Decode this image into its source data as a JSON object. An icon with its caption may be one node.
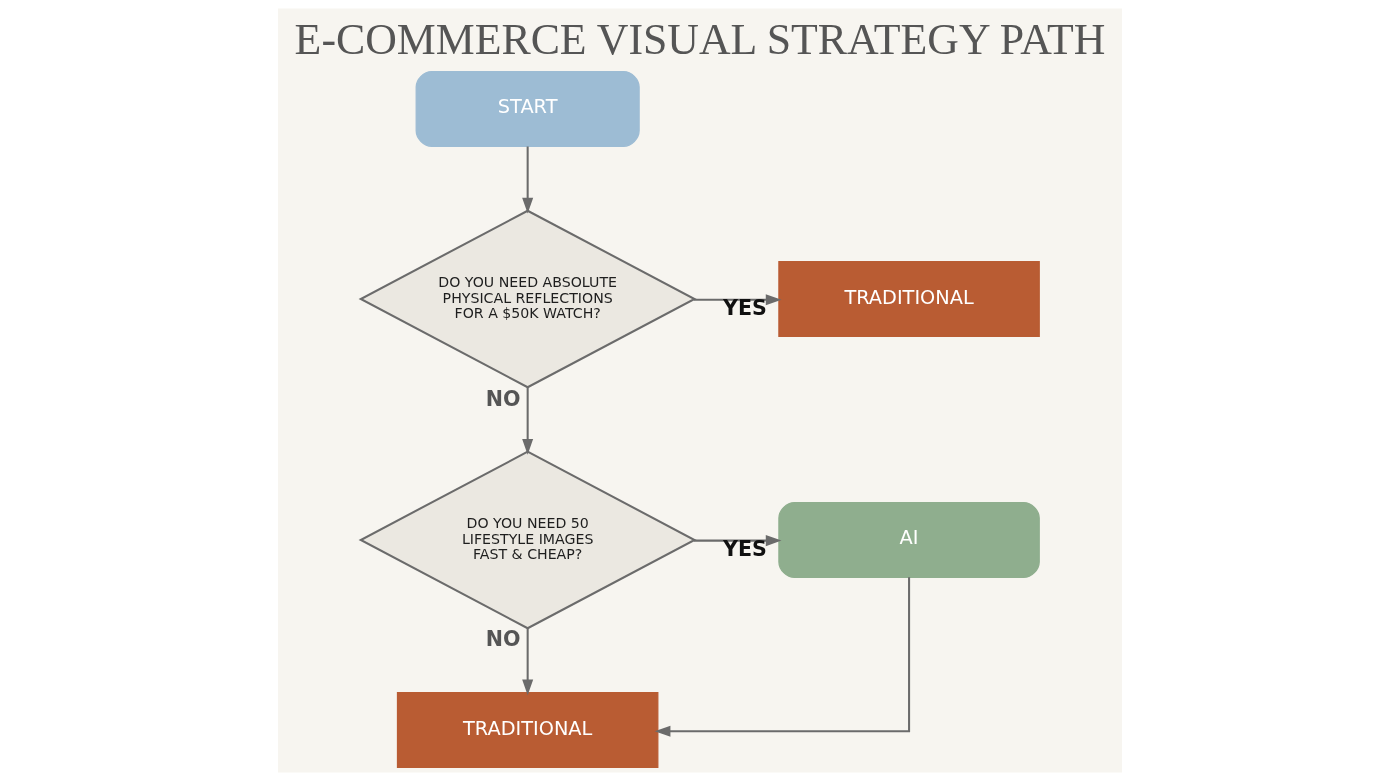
{
  "diagram": {
    "title": "E-COMMERCE VISUAL STRATEGY PATH",
    "nodes": [
      {
        "text": [
          "START"
        ]
      },
      {
        "text": [
          "DO YOU NEED ABSOLUTE PHYSICAL REFLECTIONS FOR A $50K WATCH?"
        ]
      },
      {
        "text": [
          "TRADITIONAL"
        ]
      },
      {
        "text": [
          "DO YOU NEED 50 LIFESTYLE IMAGES FAST & CHEAP?"
        ]
      },
      {
        "text": [
          "AI"
        ]
      },
      {
        "text": [
          "TRADITIONAL"
        ]
      }
    ],
    "edges": [
      {
        "from": 0,
        "to": 1,
        "arrow": "to"
      },
      {
        "from": 1,
        "to": 2,
        "arrow": "to",
        "label": "YES"
      },
      {
        "from": 1,
        "to": 3,
        "arrow": "to",
        "label": "NO"
      },
      {
        "from": 3,
        "to": 4,
        "arrow": "to",
        "label": "YES"
      },
      {
        "from": 3,
        "to": 5,
        "arrow": "to",
        "label": "NO"
      },
      {
        "from": 4,
        "to": 5,
        "arrow": "to"
      }
    ]
  }
}
